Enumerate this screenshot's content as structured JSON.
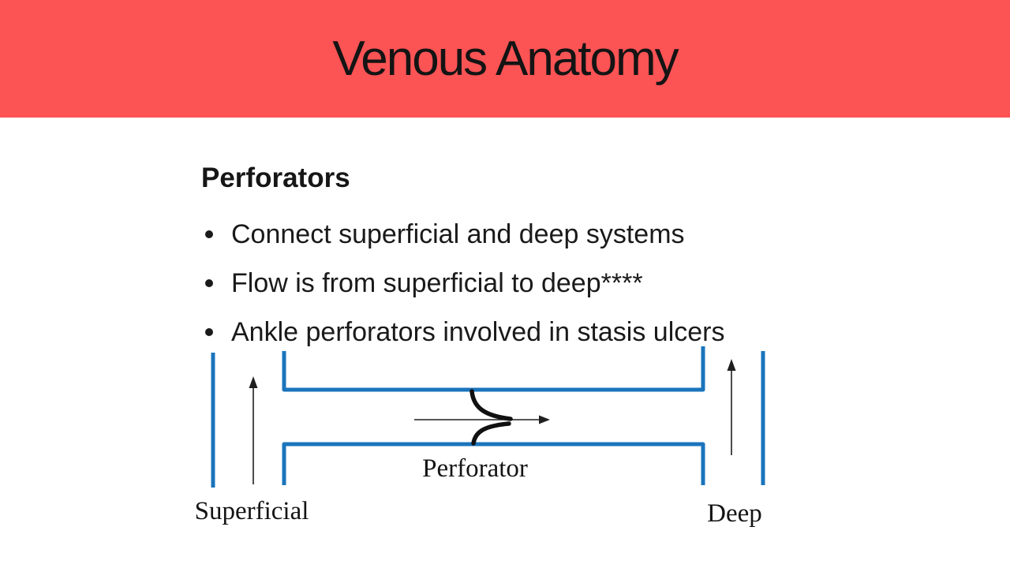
{
  "title": "Venous Anatomy",
  "section": {
    "heading": "Perforators",
    "bullets": [
      "Connect superficial and deep systems",
      "Flow is from superficial to deep****",
      "Ankle perforators involved in stasis ulcers"
    ]
  },
  "diagram": {
    "labels": {
      "superficial": "Superficial",
      "perforator": "Perforator",
      "deep": "Deep"
    }
  },
  "colors": {
    "banner": "#fc5355",
    "vein_blue": "#1b74bc",
    "ink": "#1c1c1c"
  }
}
